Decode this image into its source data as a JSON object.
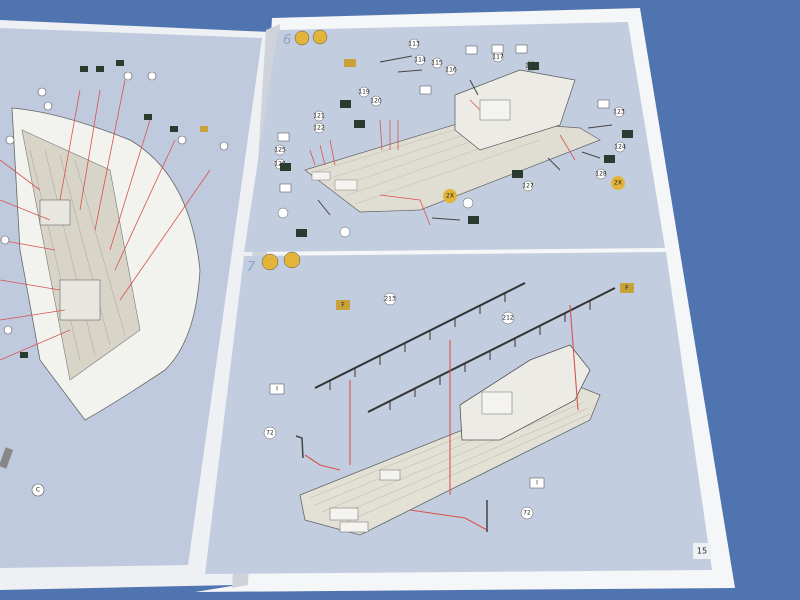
{
  "booklet": {
    "page_number": "15",
    "step_top": "6",
    "step_bottom": "7"
  },
  "callouts_top": [
    "113",
    "114",
    "115",
    "116",
    "117",
    "118",
    "119",
    "120",
    "121",
    "122",
    "123",
    "124",
    "125",
    "126",
    "127",
    "128"
  ],
  "callouts_bottom": [
    "72",
    "72",
    "212",
    "213"
  ],
  "flags_bottom": [
    "F",
    "F",
    "I",
    "I"
  ],
  "badges": [
    "2X",
    "2X"
  ],
  "left_page_letter": "C",
  "colors": {
    "background": "#4f74b0",
    "page": "#f3f4f6",
    "panel": "#c3cde0",
    "leader_line": "#d9534f",
    "badge": "#e2b43a"
  }
}
